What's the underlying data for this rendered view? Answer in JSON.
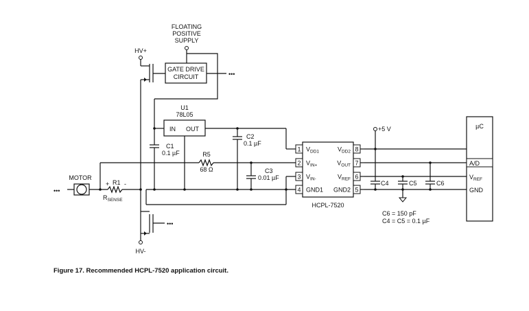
{
  "labels": {
    "floating_supply": [
      "FLOATING",
      "POSITIVE",
      "SUPPLY"
    ],
    "hv_plus": "HV+",
    "hv_minus": "HV-",
    "gate_drive": [
      "GATE DRIVE",
      "CIRCUIT"
    ],
    "dots": "•••",
    "u1": "U1",
    "u1_part": "78L05",
    "u1_in": "IN",
    "u1_out": "OUT",
    "c1": "C1",
    "c1_val": "0.1 µF",
    "c2": "C2",
    "c2_val": "0.1 µF",
    "r5": "R5",
    "r5_val": "68 Ω",
    "c3": "C3",
    "c3_val": "0.01 µF",
    "motor": "MOTOR",
    "r1": "R1",
    "rsense": "R",
    "rsense_sub": "SENSE",
    "plus": "+",
    "minus": "-",
    "supply5": "+5 V",
    "c4": "C4",
    "c5": "C5",
    "c6": "C6",
    "chip": "HCPL-7520",
    "uc": "µC",
    "ad": "A/D",
    "vref": "V",
    "vref_sub": "REF",
    "gnd": "GND",
    "note1": "C6 = 150 pF",
    "note2": "C4 = C5 = 0.1 µF"
  },
  "pins_left": [
    {
      "num": "1",
      "name": "V",
      "sub": "DD1"
    },
    {
      "num": "2",
      "name": "V",
      "sub": "IN+"
    },
    {
      "num": "3",
      "name": "V",
      "sub": "IN-"
    },
    {
      "num": "4",
      "name": "GND1",
      "sub": ""
    }
  ],
  "pins_right": [
    {
      "num": "8",
      "name": "V",
      "sub": "DD2"
    },
    {
      "num": "7",
      "name": "V",
      "sub": "OUT"
    },
    {
      "num": "6",
      "name": "V",
      "sub": "REF"
    },
    {
      "num": "5",
      "name": "GND2",
      "sub": ""
    }
  ],
  "caption": "Figure 17. Recommended HCPL-7520 application circuit."
}
